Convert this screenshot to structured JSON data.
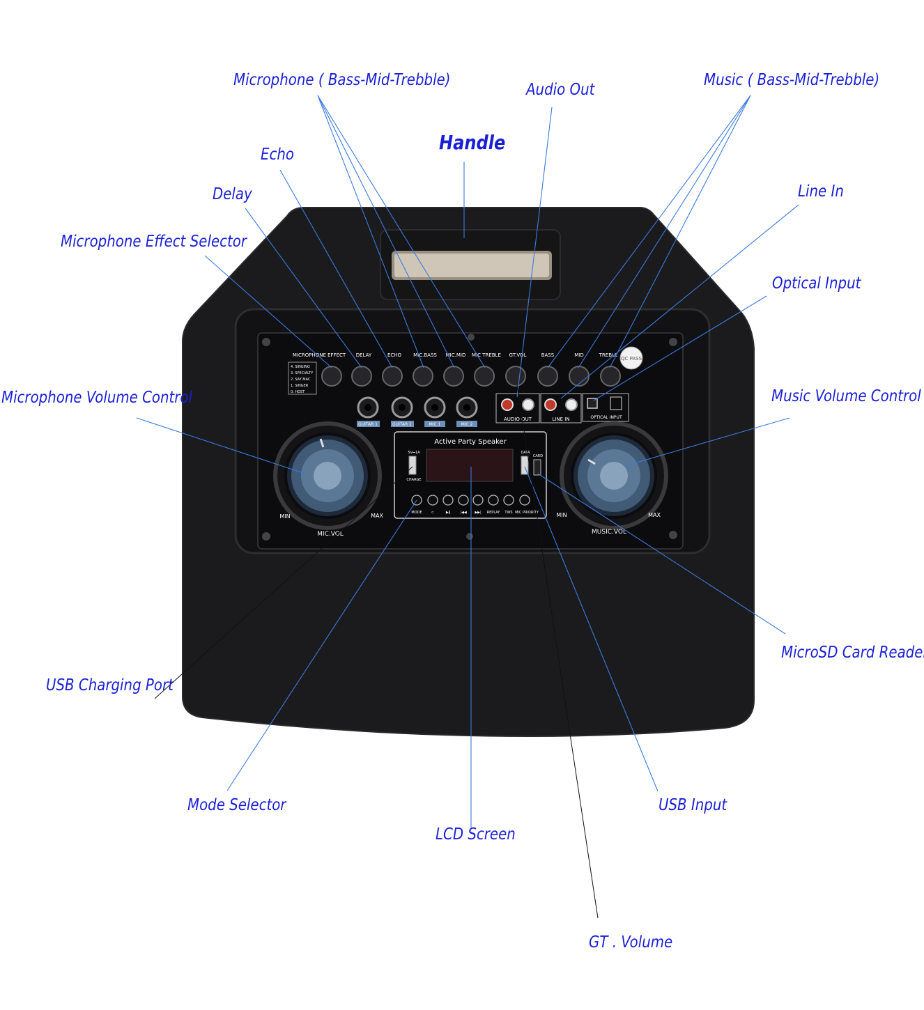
{
  "callouts": {
    "microphone_bmt": "Microphone ( Bass-Mid-Trebble)",
    "audio_out": "Audio Out",
    "music_bmt": "Music ( Bass-Mid-Trebble)",
    "handle": "Handle",
    "echo": "Echo",
    "delay": "Delay",
    "line_in": "Line In",
    "mic_effect_selector": "Microphone Effect Selector",
    "optical_input": "Optical Input",
    "mic_volume_control": "Microphone Volume Control",
    "music_volume_control": "Music Volume Control",
    "microsd_reader": "MicroSD Card Reader",
    "usb_charging_port": "USB Charging Port",
    "mode_selector": "Mode Selector",
    "usb_input": "USB Input",
    "lcd_screen": "LCD Screen",
    "gt_volume": "GT . Volume"
  },
  "panel": {
    "knob_labels": [
      "MICROPHONE EFFECT",
      "DELAY",
      "ECHO",
      "MIC.BASS",
      "MIC.MID",
      "MIC TREBLE",
      "GT.VOL",
      "BASS",
      "MID",
      "TREBLE"
    ],
    "effect_modes": [
      "4. SINGING",
      "3. SPECIALTY",
      "2. SAY MAC",
      "1. SINGER",
      "0. HOST"
    ],
    "jack_labels": [
      "GUITAR 1",
      "GUITAR 2",
      "MIC 1",
      "MIC 2"
    ],
    "audio_out": "AUDIO OUT",
    "line_in": "LINE IN",
    "optical_input": "OPTICAL  INPUT",
    "qc_pass": "QC PASS",
    "title": "Active Party Speaker",
    "usb_rating": "5V⎓1A",
    "charge": "CHARGE",
    "data": "DATA",
    "card": "CARD",
    "buttons": [
      "MODE",
      "⊂",
      "▶ǁ",
      "|◀◀",
      "▶▶|",
      "REPLAY",
      "TWS",
      "MIC PRIORITY"
    ],
    "min": "MIN",
    "max": "MAX",
    "mic_vol": "MIC.VOL",
    "music_vol": "MUSIC.VOL"
  },
  "colors": {
    "callout_text": "#1a1fd6",
    "leader_line": "#3a7be0",
    "cabinet": "#1b1b1d",
    "panel": "#0c0c0e"
  }
}
